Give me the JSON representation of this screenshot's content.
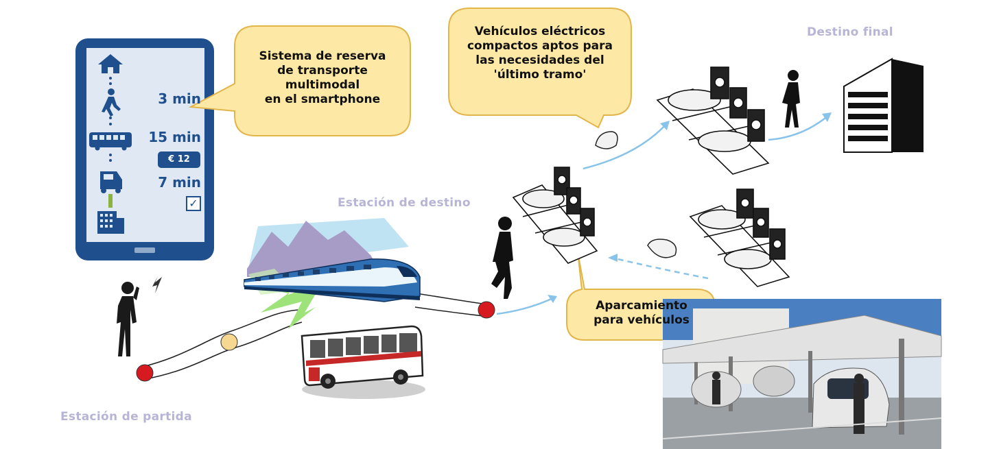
{
  "labels": {
    "departure_station": "Estación de partida",
    "destination_station": "Estación de destino",
    "final_destination": "Destino final"
  },
  "bubbles": {
    "booking_system": [
      "Sistema de reserva",
      "de transporte",
      "multimodal",
      "en el smartphone"
    ],
    "compact_ev": [
      "Vehículos eléctricos",
      "compactos aptos para",
      "las necesidades del",
      "'último tramo'"
    ],
    "parking": [
      "Aparcamiento",
      "para vehículos"
    ]
  },
  "phone": {
    "walk_time": "3 min",
    "bus_time": "15 min",
    "price": "€ 12",
    "car_time": "7 min",
    "check": "✓"
  },
  "colors": {
    "phone_blue": "#1f4f8c",
    "screen_bg": "#dfe8f3",
    "bubble_fill": "#fde8a6",
    "bubble_stroke": "#e2b54a",
    "label_lavender": "#b7b4d6",
    "route_red": "#d71920",
    "route_yellow": "#f6d890",
    "arrow_blue": "#88c3ea"
  }
}
